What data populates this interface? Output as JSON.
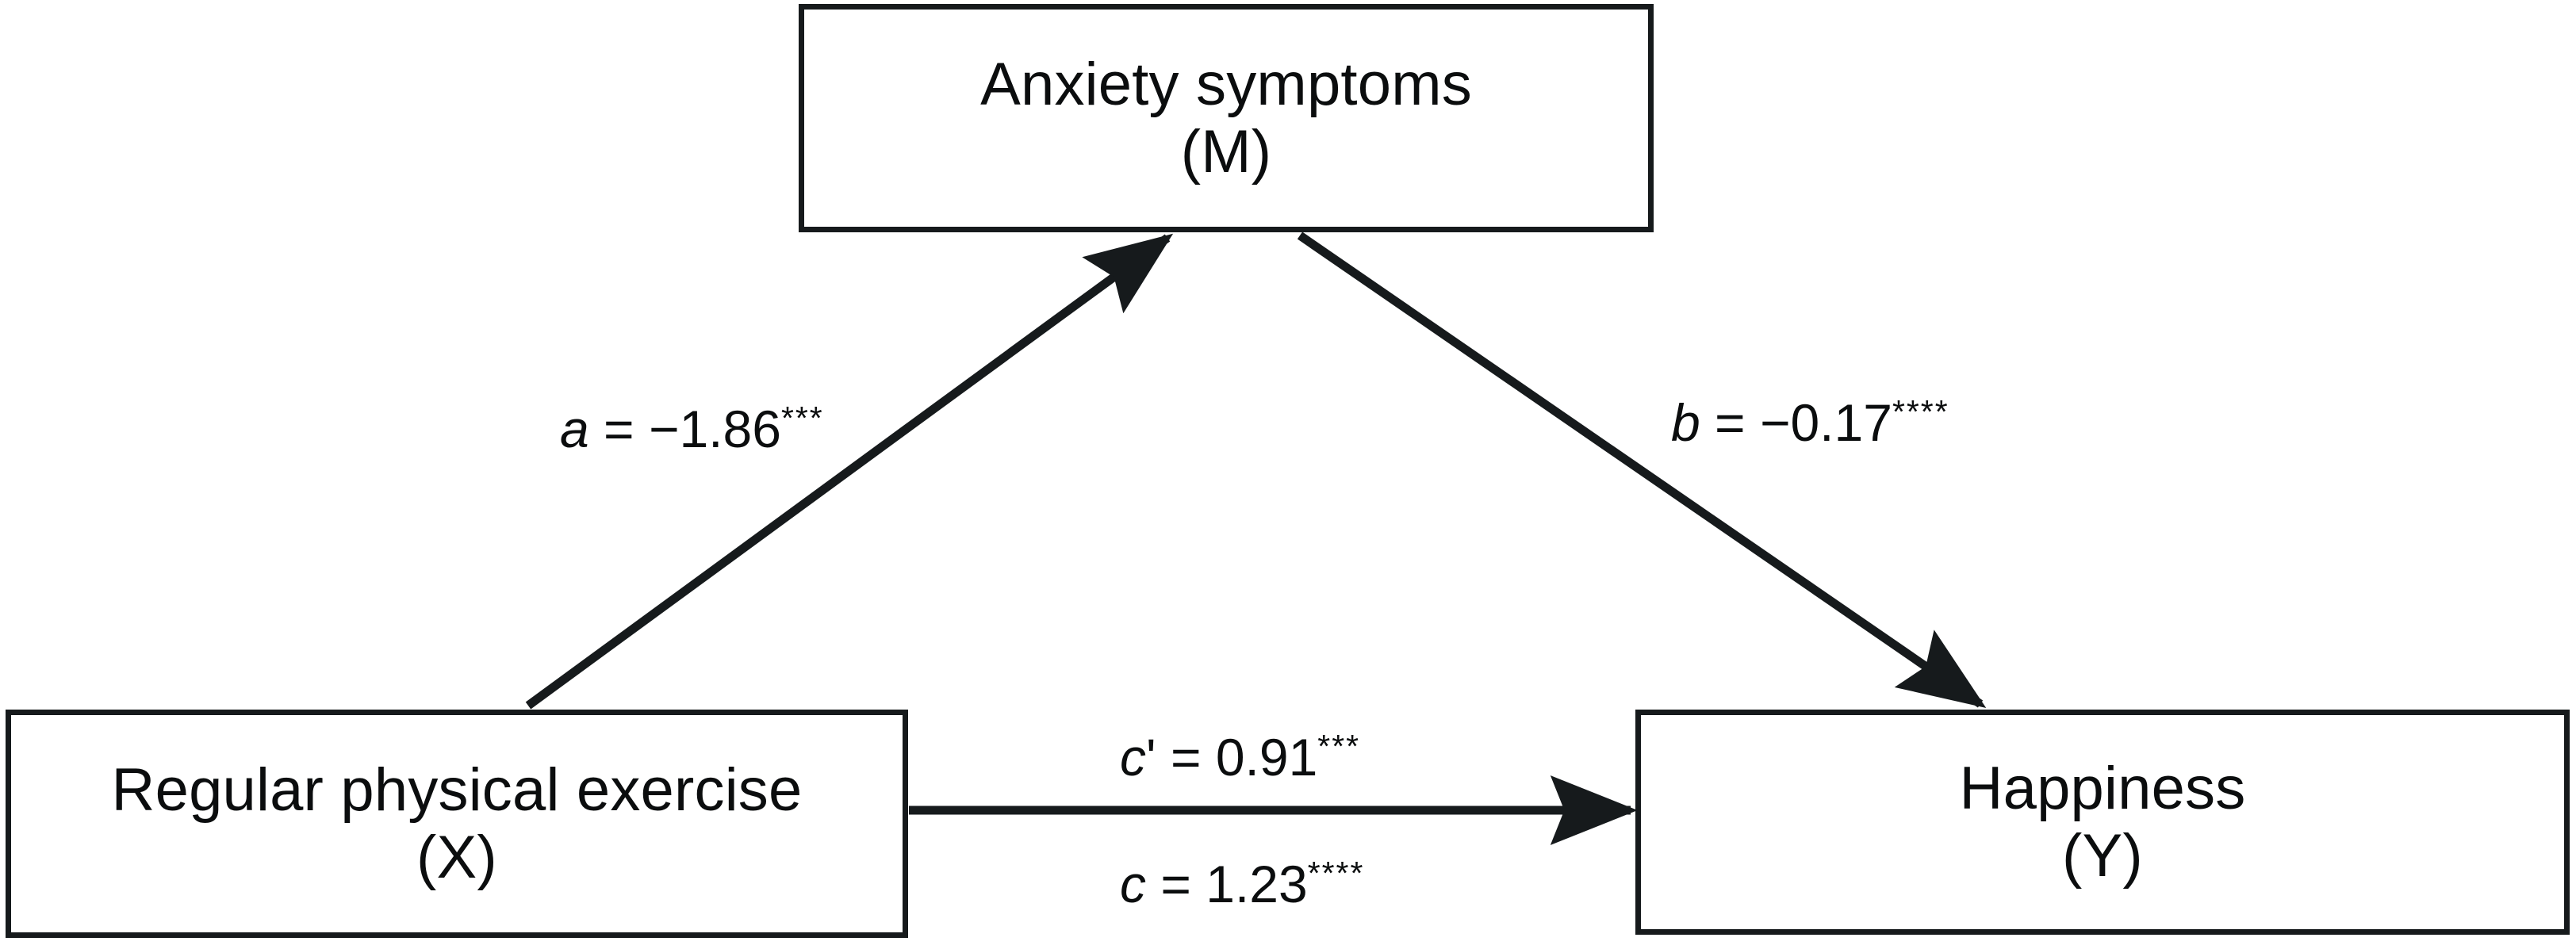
{
  "figure": {
    "type": "mediation-path-diagram",
    "background_color": "#ffffff",
    "line_color": "#161a1c",
    "text_color": "#0b0d0e"
  },
  "nodes": {
    "mediator": {
      "id": "M",
      "title": "Anxiety symptoms",
      "role_label": "(M)"
    },
    "predictor": {
      "id": "X",
      "title": "Regular physical exercise",
      "role_label": "(X)"
    },
    "outcome": {
      "id": "Y",
      "title": "Happiness",
      "role_label": "(Y)"
    }
  },
  "paths": {
    "a": {
      "symbol": "a",
      "prime": "",
      "equals": " = ",
      "coefficient": "−1.86",
      "stars": "***",
      "from": "X",
      "to": "M"
    },
    "b": {
      "symbol": "b",
      "prime": "",
      "equals": " = ",
      "coefficient": "−0.17",
      "stars": "****",
      "from": "M",
      "to": "Y"
    },
    "c_prime": {
      "symbol": "c",
      "prime": "'",
      "equals": " = ",
      "coefficient": "0.91",
      "stars": "***",
      "from": "X",
      "to": "Y"
    },
    "c_total": {
      "symbol": "c",
      "prime": "",
      "equals": " = ",
      "coefficient": "1.23",
      "stars": "****",
      "from": "X",
      "to": "Y"
    }
  }
}
